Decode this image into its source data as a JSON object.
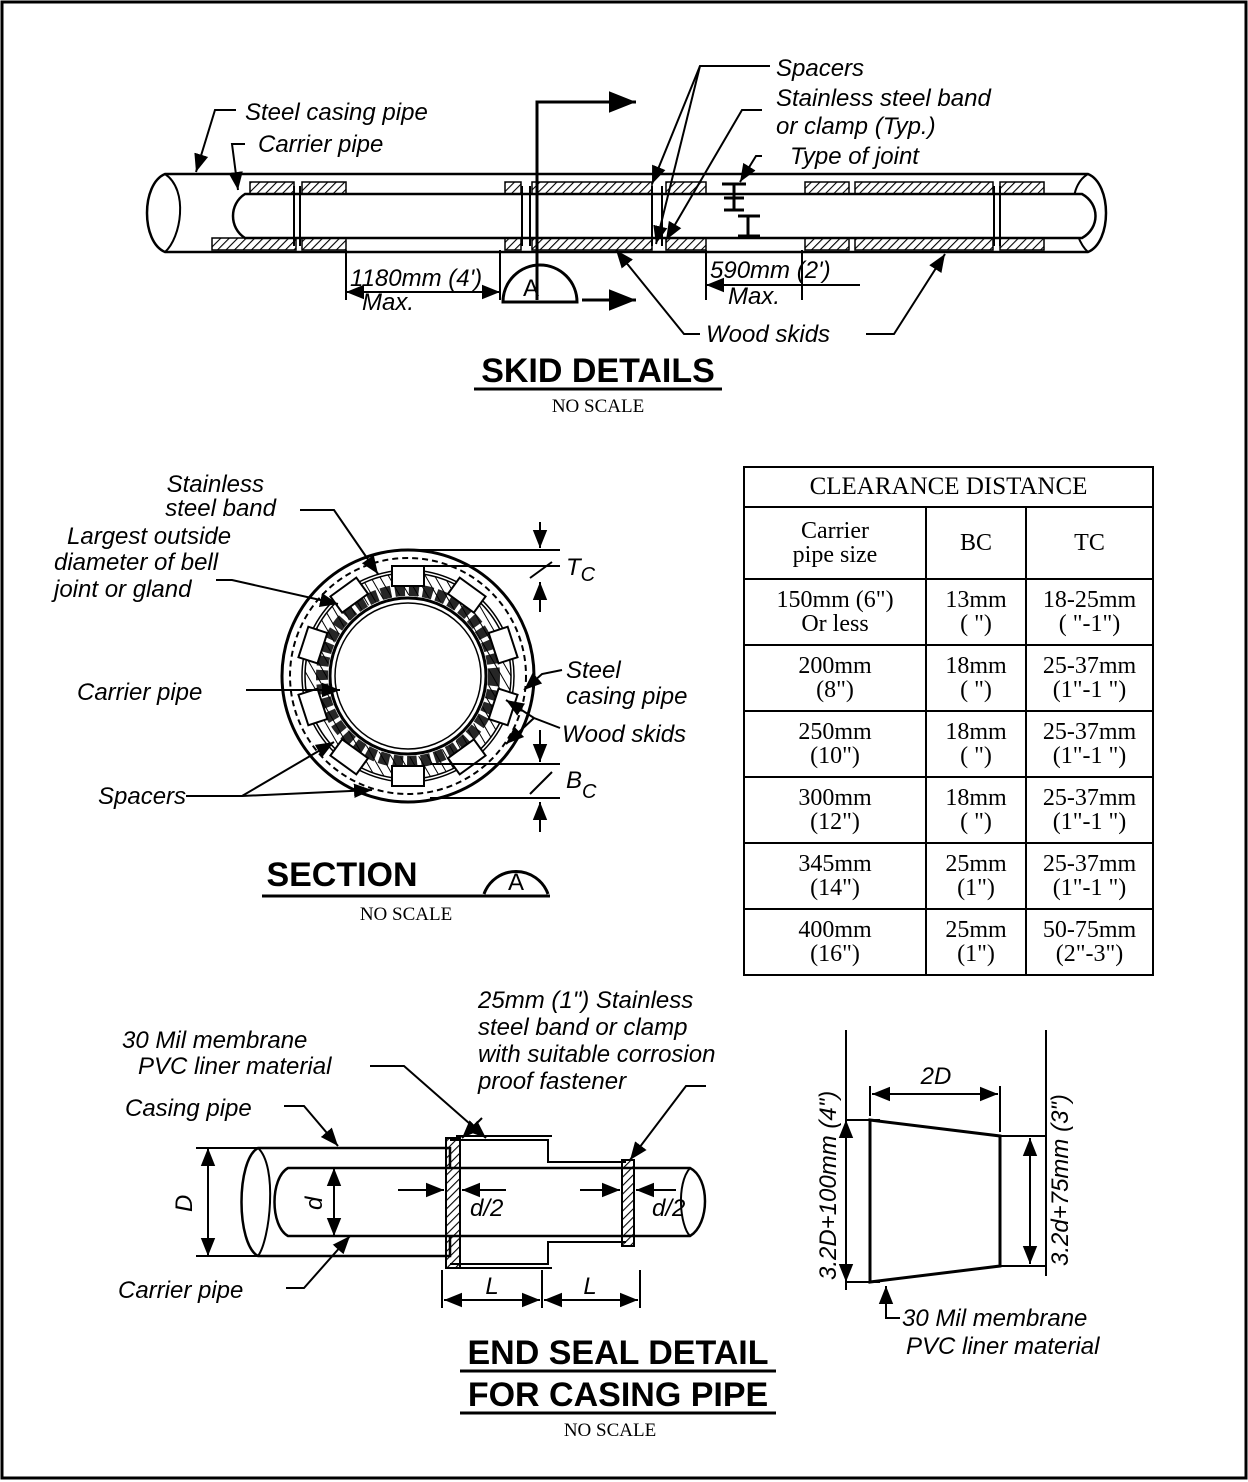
{
  "skid_details": {
    "title": "SKID DETAILS",
    "scale": "NO SCALE",
    "labels": {
      "steel_casing_pipe": "Steel casing pipe",
      "carrier_pipe": "Carrier pipe",
      "spacers": "Spacers",
      "stainless_band_1": "Stainless steel band",
      "stainless_band_2": "or clamp (Typ.)",
      "type_of_joint": "Type of joint",
      "dim_1180": "1180mm (4')",
      "max_1": "Max.",
      "dim_590": "590mm (2')",
      "max_2": "Max.",
      "wood_skids": "Wood skids",
      "section_mark": "A"
    }
  },
  "section": {
    "title": "SECTION",
    "mark": "A",
    "scale": "NO SCALE",
    "labels": {
      "stainless_1": "Stainless",
      "stainless_2": "steel band",
      "largest_1": "Largest outside",
      "largest_2": "diameter of bell",
      "largest_3": "joint or gland",
      "carrier_pipe": "Carrier pipe",
      "spacers": "Spacers",
      "steel_1": "Steel",
      "steel_2": "casing pipe",
      "wood_skids": "Wood skids",
      "tc": "T",
      "tc_sub": "C",
      "bc": "B",
      "bc_sub": "C"
    }
  },
  "clearance_table": {
    "title": "CLEARANCE DISTANCE",
    "headers": [
      "Carrier\npipe size",
      "BC",
      "TC"
    ],
    "rows": [
      [
        "150mm (6\")\nOr less",
        "13mm\n( \")",
        "18-25mm\n( \"-1\")"
      ],
      [
        "200mm\n(8\")",
        "18mm\n( \")",
        "25-37mm\n(1\"-1 \")"
      ],
      [
        "250mm\n(10\")",
        "18mm\n( \")",
        "25-37mm\n(1\"-1 \")"
      ],
      [
        "300mm\n(12\")",
        "18mm\n( \")",
        "25-37mm\n(1\"-1 \")"
      ],
      [
        "345mm\n(14\")",
        "25mm\n(1\")",
        "25-37mm\n(1\"-1 \")"
      ],
      [
        "400mm\n(16\")",
        "25mm\n(1\")",
        "50-75mm\n(2\"-3\")"
      ]
    ]
  },
  "end_seal": {
    "title_1": "END SEAL DETAIL",
    "title_2": "FOR CASING PIPE",
    "scale": "NO SCALE",
    "labels": {
      "membrane_1": "30 Mil membrane",
      "membrane_2": "PVC liner material",
      "band_1": "25mm (1\") Stainless",
      "band_2": "steel band or clamp",
      "band_3": "with suitable corrosion",
      "band_4": "proof fastener",
      "casing_pipe": "Casing pipe",
      "carrier_pipe": "Carrier pipe",
      "D": "D",
      "d": "d",
      "d2_left": "d/2",
      "d2_right": "d/2",
      "L1": "L",
      "L2": "L",
      "twoD": "2D",
      "left_dim": "3.2D+100mm (4\")",
      "right_dim": "3.2d+75mm (3\")",
      "liner_1": "30 Mil membrane",
      "liner_2": "PVC liner material"
    }
  }
}
